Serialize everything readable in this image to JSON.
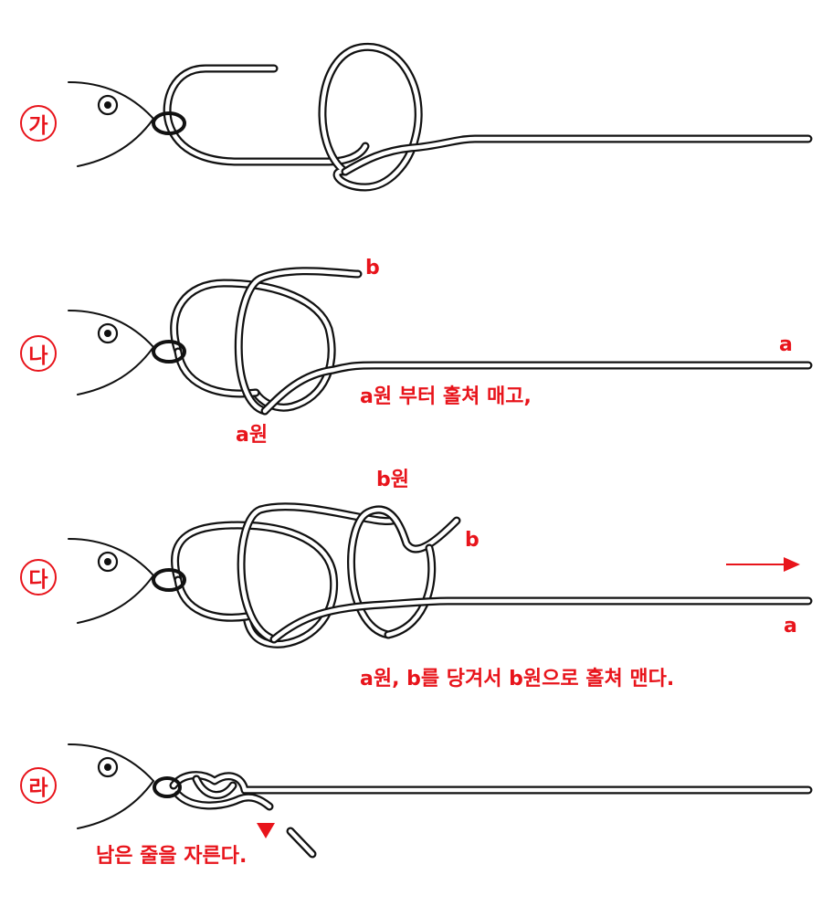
{
  "steps": [
    {
      "badge": "가"
    },
    {
      "badge": "나",
      "labels": {
        "b": "b",
        "a": "a",
        "caption": "a원 부터 홀쳐 매고,",
        "loop": "a원"
      }
    },
    {
      "badge": "다",
      "labels": {
        "loop_b": "b원",
        "b": "b",
        "a": "a",
        "caption": "a원, b를 당겨서 b원으로 홀쳐 맨다."
      }
    },
    {
      "badge": "라",
      "labels": {
        "caption": "남은 줄을 자른다."
      }
    }
  ],
  "colors": {
    "accent": "#e8141b",
    "line": "#111111"
  }
}
